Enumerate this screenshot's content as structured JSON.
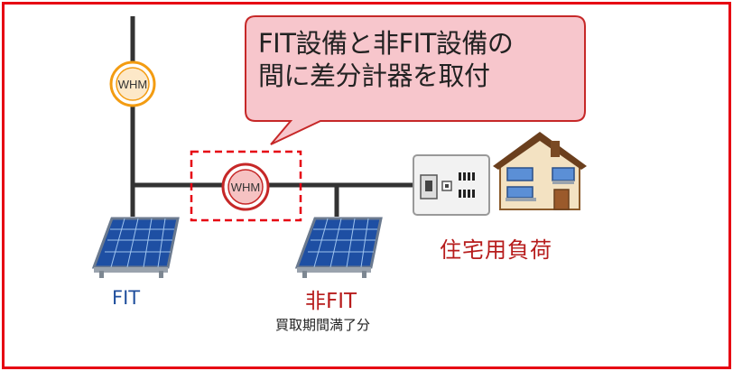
{
  "callout": {
    "line1": "FIT設備と非FIT設備の",
    "line2": "間に差分計器を取付"
  },
  "meters": {
    "top": "WHM",
    "middle": "WHM"
  },
  "labels": {
    "fit": "FIT",
    "nonfit": "非FIT",
    "nonfit_sub": "買取期間満了分",
    "load": "住宅用負荷"
  },
  "colors": {
    "frame": "#e60012",
    "callout_fill": "#f7c6cc",
    "meter_top": "#f39c12",
    "meter_middle": "#c62828",
    "line": "#333333",
    "fit_text": "#1f4e9c",
    "nonfit_text": "#b71c1c"
  },
  "icons": [
    "solar-panel-icon",
    "breaker-box-icon",
    "house-icon"
  ]
}
